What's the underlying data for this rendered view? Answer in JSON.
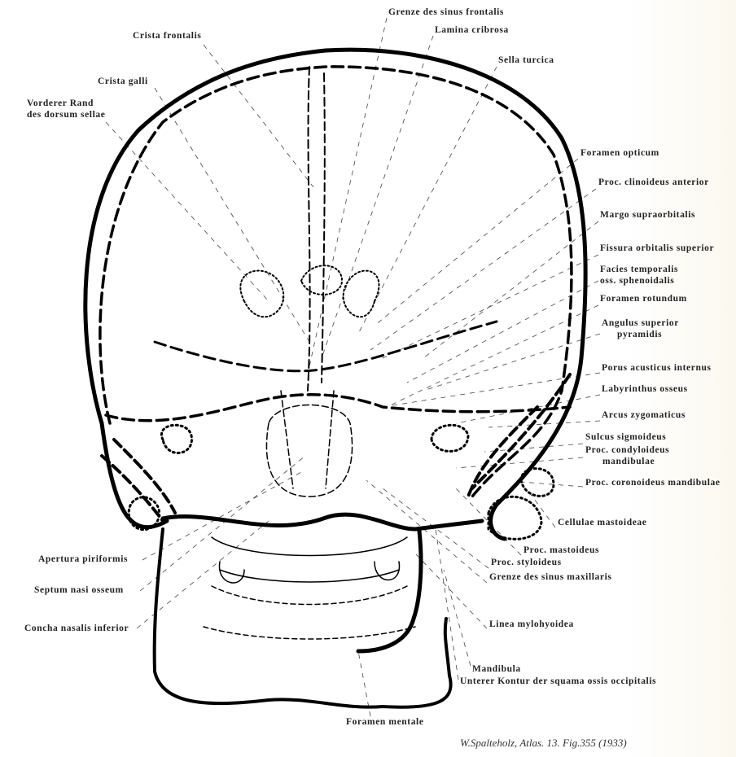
{
  "labels": {
    "grenze_sinus_frontalis": "Grenze des sinus frontalis",
    "lamina_cribrosa": "Lamina cribrosa",
    "crista_frontalis": "Crista frontalis",
    "sella_turcica": "Sella turcica",
    "crista_galli": "Crista galli",
    "vorderer_rand_1": "Vorderer Rand",
    "vorderer_rand_2": "des dorsum sellae",
    "foramen_opticum": "Foramen opticum",
    "proc_clinoideus": "Proc. clinoideus anterior",
    "margo_supraorbitalis": "Margo supraorbitalis",
    "fissura_orbitalis": "Fissura orbitalis superior",
    "facies_temporalis_1": "Facies temporalis",
    "facies_temporalis_2": "oss. sphenoidalis",
    "foramen_rotundum": "Foramen rotundum",
    "angulus_1": "Angulus superior",
    "angulus_2": "pyramidis",
    "porus_acusticus": "Porus acusticus internus",
    "labyrinthus": "Labyrinthus osseus",
    "arcus_zygomaticus": "Arcus zygomaticus",
    "sulcus_sigmoideus": "Sulcus sigmoideus",
    "proc_condyloideus_1": "Proc. condyloideus",
    "proc_condyloideus_2": "mandibulae",
    "proc_coronoideus": "Proc. coronoideus mandibulae",
    "cellulae_mastoideae": "Cellulae mastoideae",
    "proc_mastoideus": "Proc. mastoideus",
    "proc_styloideus": "Proc. styloideus",
    "grenze_sinus_maxillaris": "Grenze des sinus maxillaris",
    "linea_mylohyoidea": "Linea mylohyoidea",
    "mandibula": "Mandibula",
    "unterer_kontur": "Unterer Kontur der squama ossis occipitalis",
    "foramen_mentale": "Foramen mentale",
    "apertura_piriformis": "Apertura piriformis",
    "septum_nasi": "Septum nasi osseum",
    "concha_nasalis": "Concha nasalis inferior"
  },
  "caption": "W.Spalteholz, Atlas. 13. Fig.355 (1933)"
}
